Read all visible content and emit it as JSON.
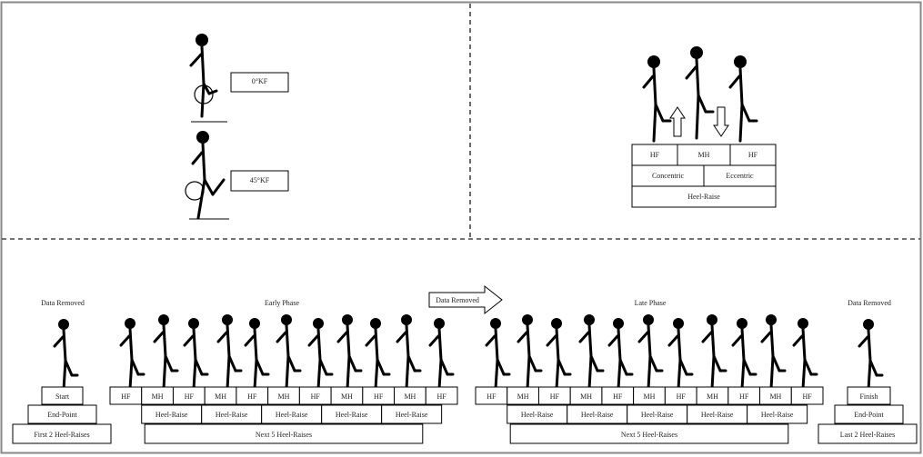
{
  "top_left": {
    "conditions": [
      "0°KF",
      "45°KF"
    ]
  },
  "top_right": {
    "row1": [
      "HF",
      "MH",
      "HF"
    ],
    "row2": [
      "Concentric",
      "Eccentric"
    ],
    "row3": "Heel-Raise"
  },
  "bottom": {
    "data_removed_left": "Data Removed",
    "early_phase": "Early Phase",
    "arrow_label": "Data Removed",
    "late_phase": "Late Phase",
    "data_removed_right": "Data Removed",
    "start_stack": [
      "Start",
      "End-Point",
      "First 2 Heel-Raises"
    ],
    "finish_stack": [
      "Finish",
      "End-Point",
      "Last 2 Heel-Raises"
    ],
    "phase_row1": [
      "HF",
      "MH",
      "HF",
      "MH",
      "HF",
      "MH",
      "HF",
      "MH",
      "HF",
      "MH",
      "HF"
    ],
    "phase_row2": [
      "Heel-Raise",
      "Heel-Raise",
      "Heel-Raise",
      "Heel-Raise",
      "Heel-Raise"
    ],
    "early_row3": "Next 5 Heel-Raises",
    "late_row3": "Next 5 Heel-Raises"
  }
}
